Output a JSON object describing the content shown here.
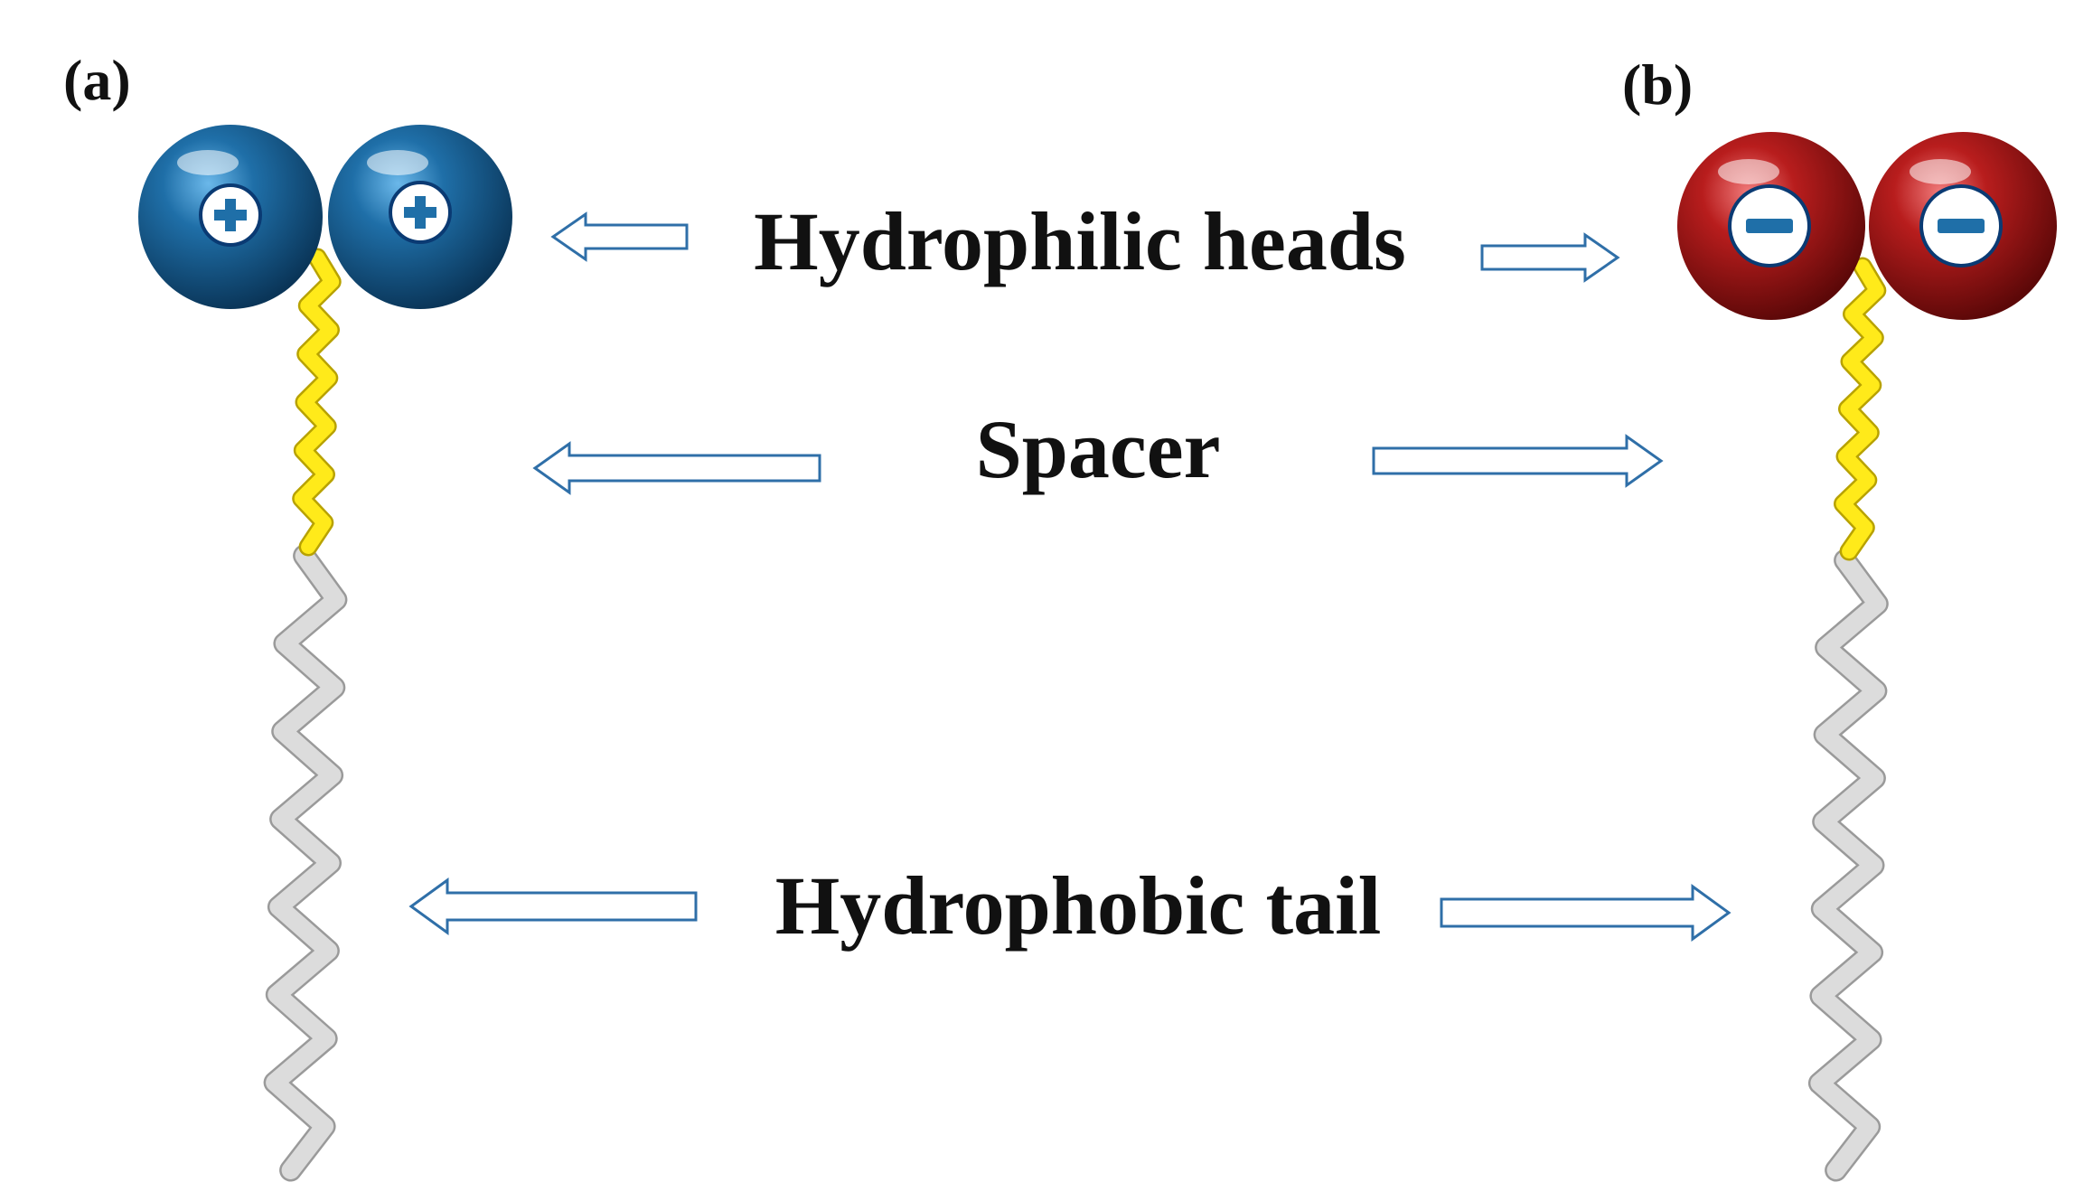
{
  "panels": [
    {
      "id": "a",
      "label": "(a)",
      "head_charge": "+",
      "head_color": "#1f6fa8",
      "head_dark": "#0b3d66",
      "head_light": "#4ea2dc"
    },
    {
      "id": "b",
      "label": "(b)",
      "head_charge": "−",
      "head_color": "#b81d1d",
      "head_dark": "#6e0a0a",
      "head_light": "#e65a5a"
    }
  ],
  "labels": {
    "heads": "Hydrophilic heads",
    "spacer": "Spacer",
    "tail": "Hydrophobic tail"
  },
  "colors": {
    "spacer": "#ffea1a",
    "spacer_edge": "#b8a200",
    "tail": "#dcdcdc",
    "tail_edge": "#9a9a9a",
    "arrow": "#2f6fa8",
    "charge_badge_fill": "#ffffff",
    "charge_badge_stroke": "#0a3a73"
  }
}
